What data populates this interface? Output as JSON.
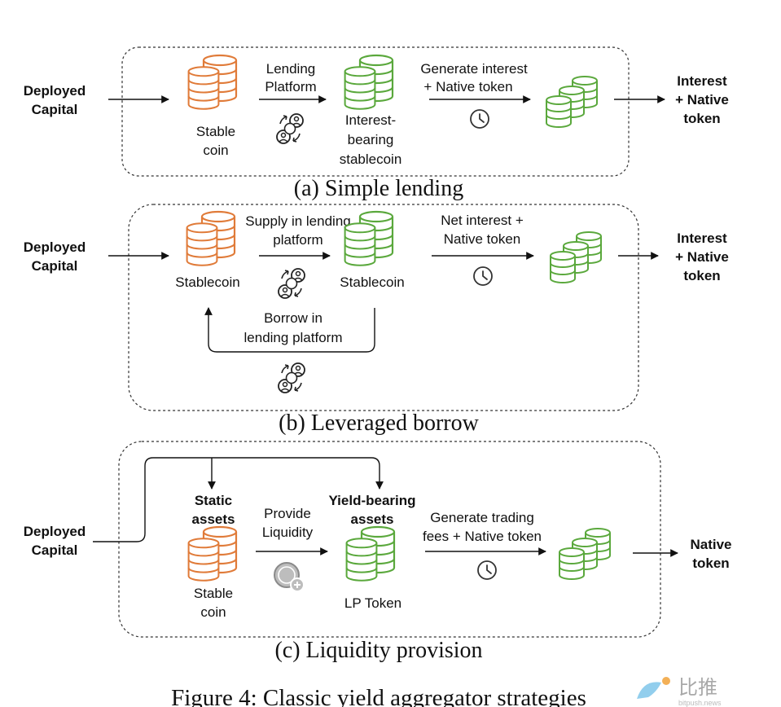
{
  "figure": {
    "caption": "Figure 4: Classic yield aggregator strategies",
    "colors": {
      "stable_orange": "#e07b39",
      "token_green": "#5aa83c",
      "icon_gray": "#9a9a9a",
      "line": "#111111"
    },
    "watermark": {
      "brand": "比推",
      "sub": "bitpush.news"
    }
  },
  "panel_a": {
    "caption": "(a) Simple lending",
    "input": [
      "Deployed",
      "Capital"
    ],
    "stable_label": [
      "Stable",
      "coin"
    ],
    "step1": [
      "Lending",
      "Platform"
    ],
    "interest_bearing_label": [
      "Interest-",
      "bearing",
      "stablecoin"
    ],
    "step2": [
      "Generate interest",
      "+ Native token"
    ],
    "output": [
      "Interest",
      "+ Native",
      "token"
    ]
  },
  "panel_b": {
    "caption": "(b) Leveraged borrow",
    "input": [
      "Deployed",
      "Capital"
    ],
    "left_label": "Stablecoin",
    "step1": [
      "Supply in lending",
      "platform"
    ],
    "right_label": "Stablecoin",
    "borrow": [
      "Borrow in",
      "lending platform"
    ],
    "step2": [
      "Net interest +",
      "Native token"
    ],
    "output": [
      "Interest",
      "+ Native",
      "token"
    ]
  },
  "panel_c": {
    "caption": "(c) Liquidity provision",
    "input": [
      "Deployed",
      "Capital"
    ],
    "static_title": [
      "Static",
      "assets"
    ],
    "static_label": [
      "Stable",
      "coin"
    ],
    "step1": [
      "Provide",
      "Liquidity"
    ],
    "yield_title": [
      "Yield-bearing",
      "assets"
    ],
    "lp_label": "LP Token",
    "step2": [
      "Generate trading",
      "fees + Native token"
    ],
    "output": [
      "Native",
      "token"
    ]
  }
}
